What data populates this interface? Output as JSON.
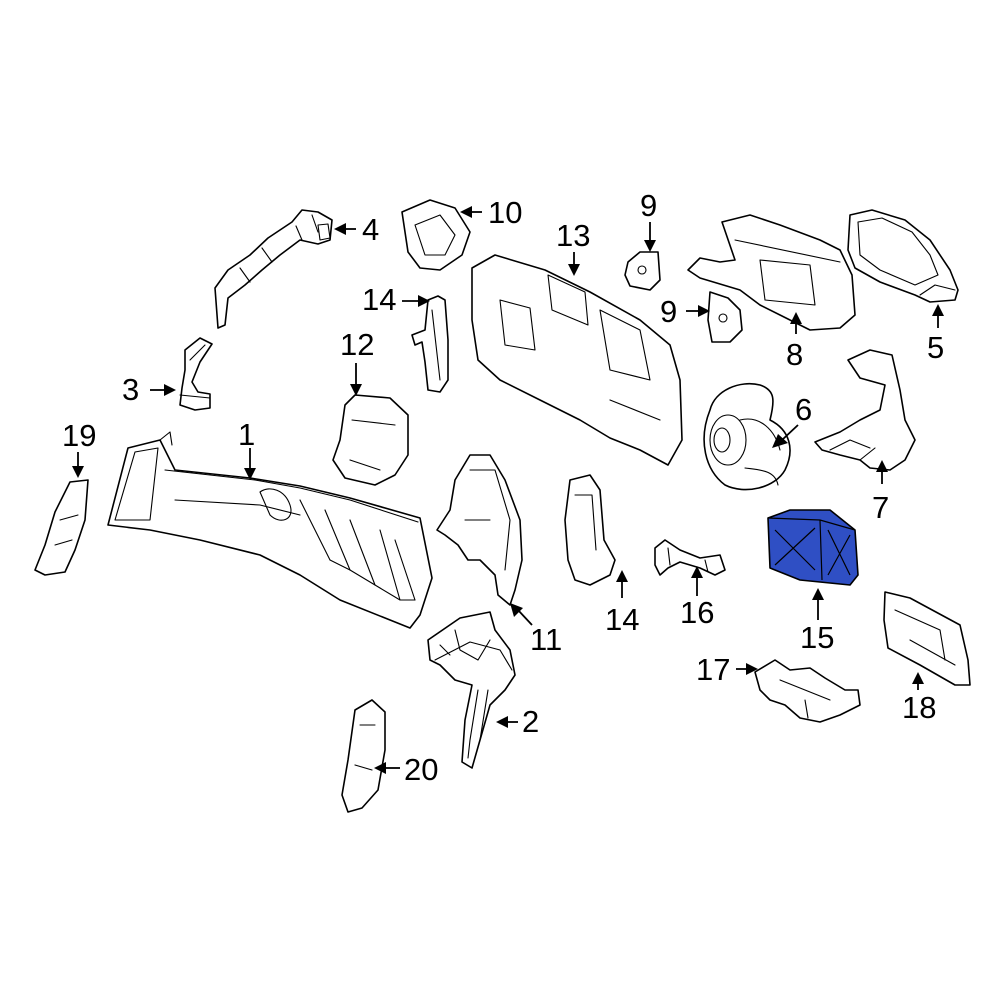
{
  "highlight_color": "#2f4fc4",
  "callouts": [
    {
      "id": "1",
      "text": "1"
    },
    {
      "id": "2",
      "text": "2"
    },
    {
      "id": "3",
      "text": "3"
    },
    {
      "id": "4",
      "text": "4"
    },
    {
      "id": "5",
      "text": "5"
    },
    {
      "id": "6",
      "text": "6"
    },
    {
      "id": "7",
      "text": "7"
    },
    {
      "id": "8",
      "text": "8"
    },
    {
      "id": "9a",
      "text": "9"
    },
    {
      "id": "9b",
      "text": "9"
    },
    {
      "id": "10",
      "text": "10"
    },
    {
      "id": "11",
      "text": "11"
    },
    {
      "id": "12",
      "text": "12"
    },
    {
      "id": "13",
      "text": "13"
    },
    {
      "id": "14a",
      "text": "14"
    },
    {
      "id": "14b",
      "text": "14"
    },
    {
      "id": "15",
      "text": "15"
    },
    {
      "id": "16",
      "text": "16"
    },
    {
      "id": "17",
      "text": "17"
    },
    {
      "id": "18",
      "text": "18"
    },
    {
      "id": "19",
      "text": "19"
    },
    {
      "id": "20",
      "text": "20"
    }
  ],
  "highlighted_part": "15"
}
